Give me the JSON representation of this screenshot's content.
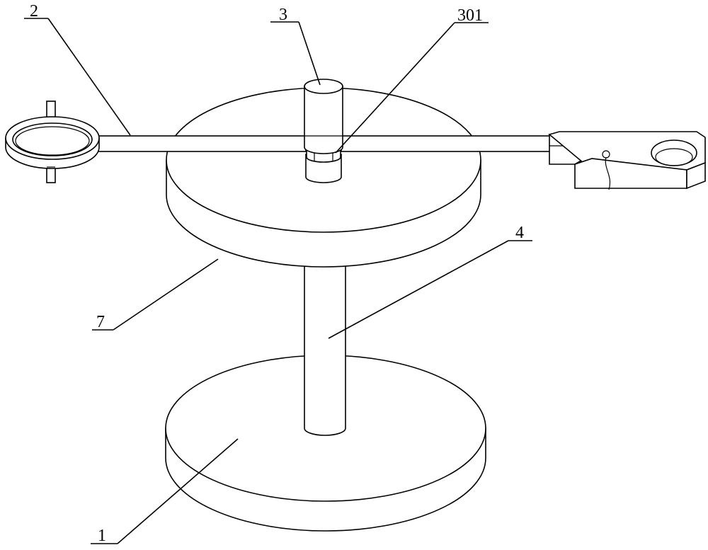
{
  "labels": {
    "base_plate": "1",
    "arm": "2",
    "pivot_post": "3",
    "pivot_bearing": "301",
    "column": "4",
    "upper_disc": "7"
  }
}
